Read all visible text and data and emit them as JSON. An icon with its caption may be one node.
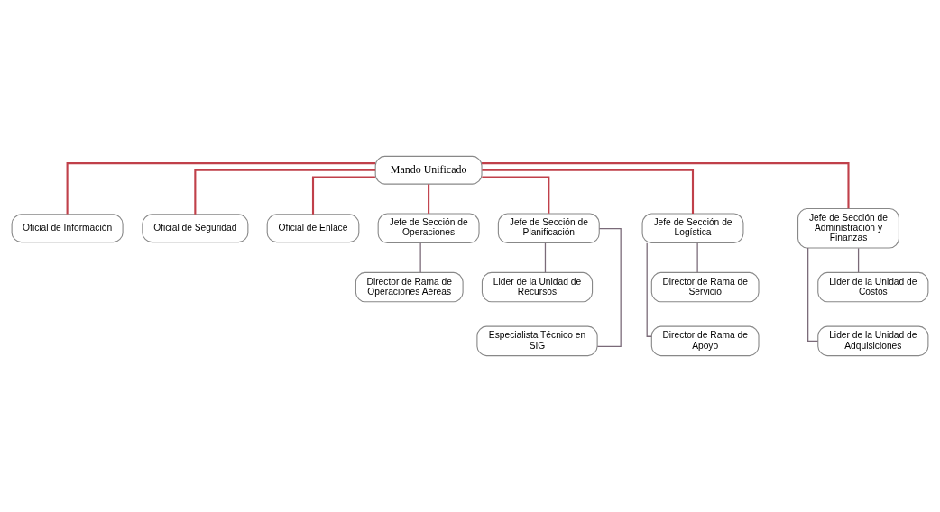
{
  "diagram": {
    "nodes": [
      {
        "text": [
          "Mando Unificado"
        ]
      },
      {
        "text": [
          "Oficial de Información"
        ]
      },
      {
        "text": [
          "Oficial de Seguridad"
        ]
      },
      {
        "text": [
          "Oficial de Enlace"
        ]
      },
      {
        "text": [
          "Jefe de Sección de Operaciones"
        ]
      },
      {
        "text": [
          "Jefe de Sección de Planificación"
        ]
      },
      {
        "text": [
          "Jefe de Sección de Logística"
        ]
      },
      {
        "text": [
          "Jefe de Sección de Administración y Finanzas"
        ]
      },
      {
        "text": [
          "Director de Rama de Operaciones Aéreas"
        ]
      },
      {
        "text": [
          "Lider de la Unidad de Recursos"
        ]
      },
      {
        "text": [
          "Especialista Técnico en SIG"
        ]
      },
      {
        "text": [
          "Director de Rama de Servicio"
        ]
      },
      {
        "text": [
          "Director de Rama de Apoyo"
        ]
      },
      {
        "text": [
          "Lider de la Unidad de Costos"
        ]
      },
      {
        "text": [
          "Lider de la Unidad de Adquisiciones"
        ]
      }
    ],
    "edges": [
      {
        "from": 0,
        "to": 1,
        "arrow": "none"
      },
      {
        "from": 0,
        "to": 2,
        "arrow": "none"
      },
      {
        "from": 0,
        "to": 3,
        "arrow": "none"
      },
      {
        "from": 0,
        "to": 4,
        "arrow": "none"
      },
      {
        "from": 0,
        "to": 5,
        "arrow": "none"
      },
      {
        "from": 0,
        "to": 6,
        "arrow": "none"
      },
      {
        "from": 0,
        "to": 7,
        "arrow": "none"
      },
      {
        "from": 4,
        "to": 8,
        "arrow": "none",
        "color": "#7a6a78"
      },
      {
        "from": 5,
        "to": 9,
        "arrow": "none",
        "color": "#7a6a78"
      },
      {
        "from": 5,
        "to": 10,
        "arrow": "none",
        "color": "#7a6a78"
      },
      {
        "from": 6,
        "to": 11,
        "arrow": "none",
        "color": "#7a6a78"
      },
      {
        "from": 6,
        "to": 12,
        "arrow": "none",
        "color": "#7a6a78"
      },
      {
        "from": 7,
        "to": 13,
        "arrow": "none",
        "color": "#7a6a78"
      },
      {
        "from": 7,
        "to": 14,
        "arrow": "none",
        "color": "#7a6a78"
      }
    ]
  }
}
